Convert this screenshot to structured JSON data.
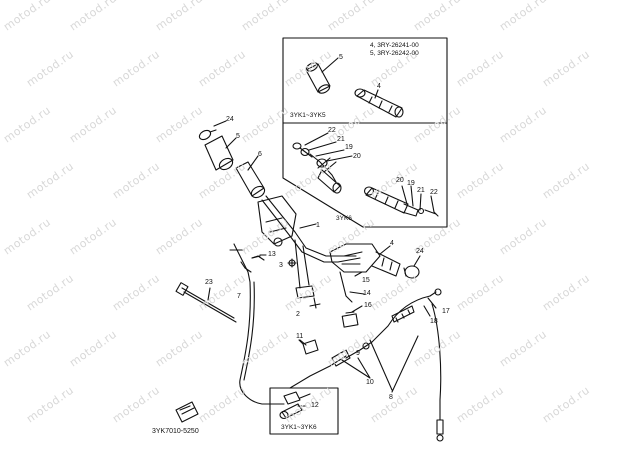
{
  "watermark_text": "motod.ru",
  "part_notes": {
    "line1": "4, 3RY-26241-00",
    "line2": "5, 3RY-26242-00"
  },
  "box_labels": {
    "top_box": "3YK1~3YK5",
    "middle_box": "3YK6",
    "bottom_box": "3YK1~3YK6"
  },
  "diagram_code": "3YK7010-5250",
  "callouts": {
    "c5_top": "5",
    "c4_top": "4",
    "c24_left": "24",
    "c5_left": "5",
    "c6": "6",
    "c22_mid": "22",
    "c21_mid": "21",
    "c19_mid": "19",
    "c20_mid": "20",
    "c20_right": "20",
    "c19_right": "19",
    "c21_right": "21",
    "c22_right": "22",
    "c1": "1",
    "c4_right": "4",
    "c24_right": "24",
    "c13": "13",
    "c3": "3",
    "c23": "23",
    "c7": "7",
    "c15": "15",
    "c14": "14",
    "c2": "2",
    "c16": "16",
    "c17": "17",
    "c18": "18",
    "c11": "11",
    "c9": "9",
    "c10": "10",
    "c8": "8",
    "c12": "12"
  }
}
